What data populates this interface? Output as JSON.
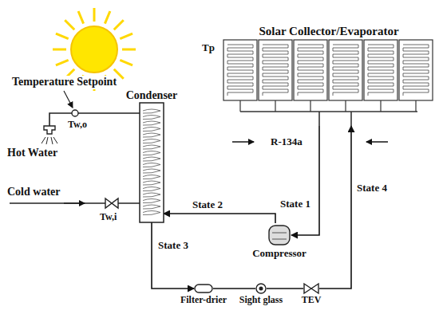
{
  "diagram": {
    "nodes": [
      {
        "text": [
          "Solar Collector/Evaporator"
        ]
      },
      {
        "text": [
          "Condenser"
        ]
      },
      {
        "text": [
          "Compressor"
        ]
      },
      {
        "text": [
          "Filter-drier"
        ]
      },
      {
        "text": [
          "Sight glass"
        ]
      },
      {
        "text": [
          "TEV"
        ]
      }
    ],
    "edges": [
      {
        "from": 0,
        "to": 2,
        "arrow": "to",
        "label": "State 1"
      },
      {
        "from": 2,
        "to": 1,
        "arrow": "to",
        "label": "State 2"
      },
      {
        "from": 1,
        "to": 3,
        "arrow": "to",
        "label": "State 3"
      },
      {
        "from": 3,
        "to": 4,
        "arrow": "none"
      },
      {
        "from": 4,
        "to": 5,
        "arrow": "none"
      },
      {
        "from": 5,
        "to": 0,
        "arrow": "to",
        "label": "State 4"
      }
    ],
    "labels": [
      "Tp",
      "R-134a",
      "Temperature Setpoint",
      "Hot Water",
      "Tw,o",
      "Cold water",
      "Tw,i"
    ]
  }
}
